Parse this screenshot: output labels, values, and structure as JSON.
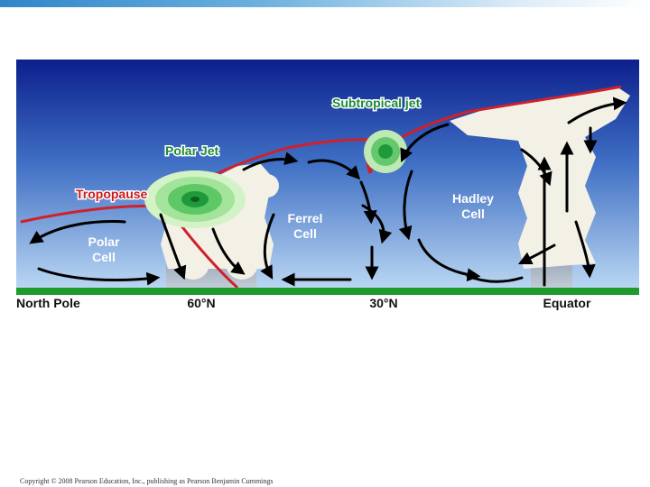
{
  "labels": {
    "subtropical_jet": "Subtropical jet",
    "polar_jet": "Polar Jet",
    "tropopause": "Tropopause",
    "polar_cell": [
      "Polar",
      "Cell"
    ],
    "ferrel_cell": [
      "Ferrel",
      "Cell"
    ],
    "hadley_cell": [
      "Hadley",
      "Cell"
    ]
  },
  "axis_labels": {
    "north_pole": "North Pole",
    "lat_60": "60°N",
    "lat_30": "30°N",
    "equator": "Equator"
  },
  "copyright": "Copyright © 2008 Pearson Education, Inc., publishing as Pearson Benjamin Cummings",
  "colors": {
    "jet_label": "#1b8a3a",
    "tropopause_label": "#d01818",
    "cell_label": "#ffffff",
    "tropopause_line": "#d0202a",
    "ground": "#1f9a2c",
    "arrow": "#000000"
  }
}
